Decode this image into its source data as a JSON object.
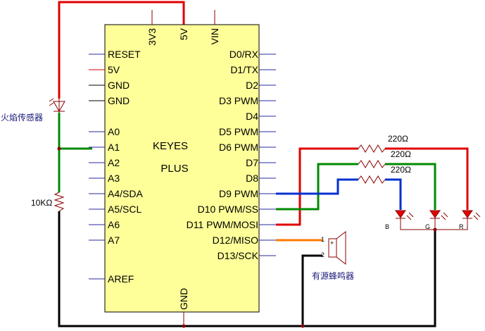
{
  "board": {
    "name": "KEYES",
    "model": "PLUS",
    "top_pins": [
      "3V3",
      "5V",
      "VIN"
    ],
    "bottom_pin": "GND",
    "left_pins": [
      "RESET",
      "5V",
      "GND",
      "GND",
      "A0",
      "A1",
      "A2",
      "A3",
      "A4/SDA",
      "A5/SCL",
      "A6",
      "A7",
      "AREF"
    ],
    "right_pins": [
      "D0/RX",
      "D1/TX",
      "D2",
      "D3 PWM",
      "D4",
      "D5 PWM",
      "D6 PWM",
      "D7",
      "D8",
      "D9 PWM",
      "D10 PWM/SS",
      "D11 PWM/MOSI",
      "D12/MISO",
      "D13/SCK"
    ]
  },
  "components": {
    "flame_sensor_label": "火焰传感器",
    "resistor_10k_label": "10KΩ",
    "resistor_220_labels": [
      "220Ω",
      "220Ω",
      "220Ω"
    ],
    "buzzer_label": "有源蜂鸣器",
    "buzzer_pins": [
      "1",
      "2"
    ],
    "buzzer_plus": "+",
    "led_labels": [
      "B",
      "G",
      "R"
    ]
  },
  "colors": {
    "power_wire": "#e00000",
    "green_wire": "#008a00",
    "blue_wire": "#0030d0",
    "orange_wire": "#ff7a00",
    "ground_wire": "#000000",
    "board_fill": "#ffff99",
    "pin_line": "#2a2aa0",
    "component_stroke": "#8b0000"
  }
}
